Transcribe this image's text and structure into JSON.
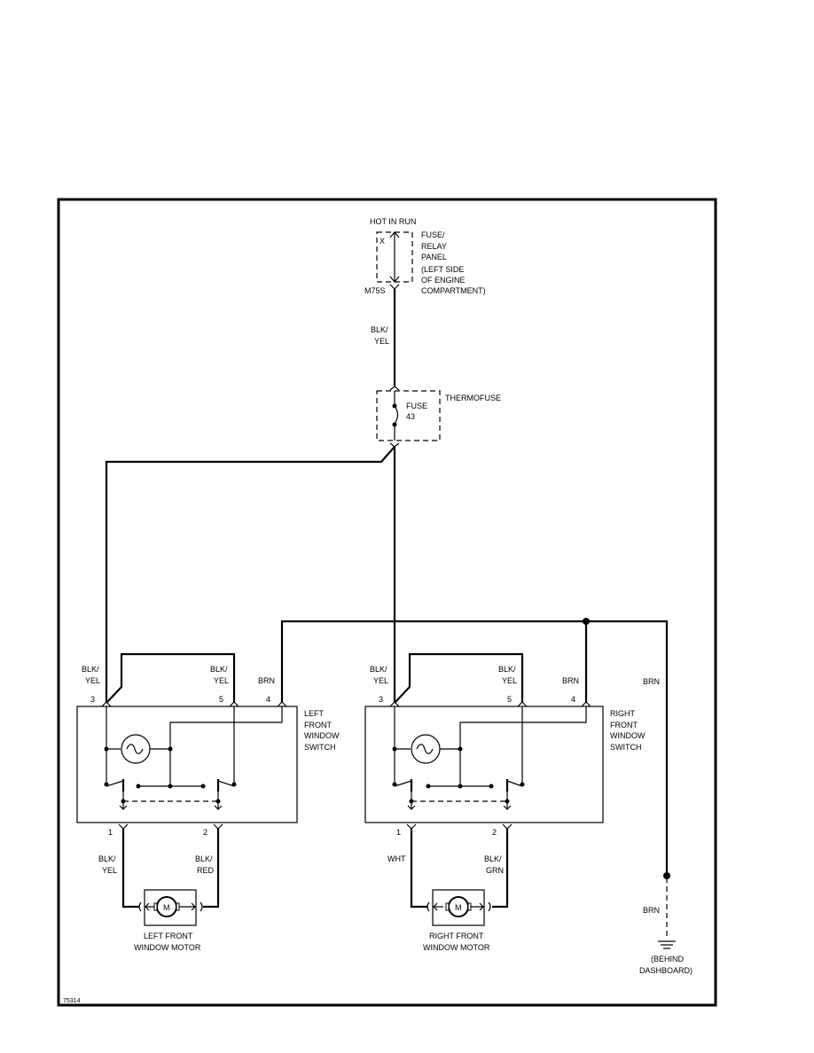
{
  "power": {
    "hot_label": "HOT IN RUN",
    "fuse_mark": "X",
    "panel_label": [
      "FUSE/",
      "RELAY",
      "PANEL",
      "(LEFT SIDE",
      "OF ENGINE",
      "COMPARTMENT)"
    ],
    "connector": "M75S",
    "wire_top": [
      "BLK/",
      "YEL"
    ]
  },
  "thermofuse": {
    "title": "THERMOFUSE",
    "fuse_label": [
      "FUSE",
      "43"
    ]
  },
  "left_switch": {
    "name": [
      "LEFT",
      "FRONT",
      "WINDOW",
      "SWITCH"
    ],
    "wire_pin3": [
      "BLK/",
      "YEL"
    ],
    "wire_pin5": [
      "BLK/",
      "YEL"
    ],
    "wire_pin4": "BRN",
    "pin3": "3",
    "pin5": "5",
    "pin4": "4",
    "pin1": "1",
    "pin2": "2"
  },
  "right_switch": {
    "name": [
      "RIGHT",
      "FRONT",
      "WINDOW",
      "SWITCH"
    ],
    "wire_pin3": [
      "BLK/",
      "YEL"
    ],
    "wire_pin5": [
      "BLK/",
      "YEL"
    ],
    "wire_pin4": "BRN",
    "pin3": "3",
    "pin5": "5",
    "pin4": "4",
    "pin1": "1",
    "pin2": "2"
  },
  "left_motor": {
    "name": [
      "LEFT FRONT",
      "WINDOW MOTOR"
    ],
    "wire_pin1": [
      "BLK/",
      "YEL"
    ],
    "wire_pin2": [
      "BLK/",
      "RED"
    ],
    "symbol": "M"
  },
  "right_motor": {
    "name": [
      "RIGHT FRONT",
      "WINDOW MOTOR"
    ],
    "wire_pin1": "WHT",
    "wire_pin2": [
      "BLK/",
      "GRN"
    ],
    "symbol": "M"
  },
  "ground": {
    "wire_upper": "BRN",
    "wire_lower": "BRN",
    "location": [
      "(BEHIND",
      "DASHBOARD)"
    ]
  },
  "figure_id": "75314"
}
